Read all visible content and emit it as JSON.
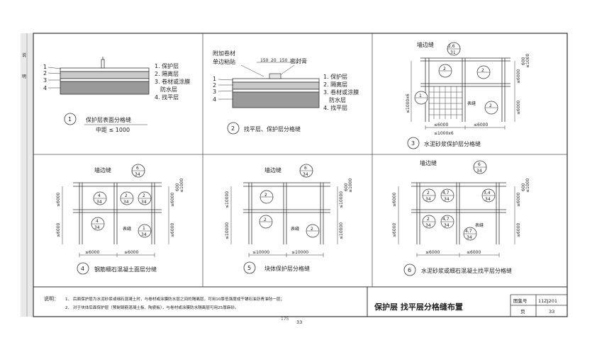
{
  "margin_marks": [
    "说",
    "明"
  ],
  "panels": {
    "p1": {
      "num": "1",
      "caption": "保护层表面分格缝",
      "spacing": "中距 ≤ 1000",
      "layer_nums": [
        "1",
        "2",
        "3",
        "4"
      ],
      "layers": [
        "1. 保护层",
        "2. 隔离层",
        "3. 卷材或涂膜",
        "防水层",
        "4. 找平层"
      ]
    },
    "p2": {
      "num": "2",
      "caption": "找平层、保护层分格缝",
      "label_top1": "附加卷材",
      "label_top2": "单边粘贴",
      "seal": "密封膏",
      "dims": [
        "150",
        "20",
        "150"
      ],
      "layer_nums": [
        "1",
        "2",
        "3",
        "4"
      ],
      "layers": [
        "1. 保护层",
        "2. 隔离层",
        "3. 卷材或涂膜",
        "防水层",
        "4. 找平层"
      ]
    },
    "p3": {
      "num": "3",
      "caption": "水泥砂浆保护层分格缝",
      "wall_joint": "墙边缝",
      "ref_top": [
        "2,6",
        "31"
      ],
      "joint": "表缝",
      "dim_bottom1": "≤6000",
      "dim_bottom2": "≤1000x6",
      "dim_left": "≤1000x6",
      "dim_right": [
        "≤6000",
        "600",
        "≤1000"
      ],
      "dim_right2": "≤6000",
      "refs": [
        "2",
        "2",
        "2",
        "1"
      ]
    },
    "p4": {
      "num": "4",
      "caption": "钢筋细石混凝土面层分缝",
      "wall_joint": "墙边缝",
      "ref_top": [
        "6",
        "34"
      ],
      "joint": "表缝",
      "refs": [
        [
          "4",
          "34"
        ],
        [
          "2",
          "34"
        ],
        [
          "2",
          "34"
        ],
        [
          "4",
          "34"
        ],
        [
          "1",
          "34"
        ]
      ],
      "dim_bottom": [
        "≤6000",
        "≤6000"
      ],
      "dim_left": [
        "≤6000",
        "≤6000"
      ],
      "dim_right": [
        "≤6000",
        "600",
        "≤1000"
      ],
      "dim_right2": "≤6000"
    },
    "p5": {
      "num": "5",
      "caption": "块体保护层分格缝",
      "wall_joint": "墙边缝",
      "ref_top": [
        "6",
        "34"
      ],
      "joint": "表缝",
      "refs": [
        "2",
        "2",
        "2"
      ],
      "dim_bottom": [
        "≤10000",
        "≤10000"
      ],
      "dim_left": [
        "≤10000",
        "≤10000"
      ],
      "dim_right": [
        "≤10000",
        "600",
        "≤1000"
      ],
      "dim_right2": "≤10000"
    },
    "p6": {
      "num": "6",
      "caption": "水泥砂浆或细石混凝土找平层分格缝",
      "wall_joint": "墙边缝",
      "ref_top": [
        "6",
        "34"
      ],
      "joint": "表缝",
      "refs": [
        [
          "2",
          "34"
        ],
        [
          "4,7",
          "34"
        ],
        [
          "3,4",
          "34"
        ],
        [
          "2",
          "34"
        ],
        [
          "4,7",
          "34"
        ],
        [
          "4,7",
          "34"
        ]
      ],
      "dim_bottom": [
        "≤6000",
        "≤6000"
      ],
      "dim_left": [
        "≤6000",
        "≤6000"
      ],
      "dim_right": [
        "≤6000",
        "600",
        "≤1000"
      ],
      "dim_right2": "≤6000"
    }
  },
  "notes": {
    "label": "说明：",
    "items": [
      "1、 后面保护层为水泥砂浆或细石混凝土时，与卷材或涂膜防水层之间的隔离层，可用10厚低强度成干铺石油沥青油毡一层；",
      "2、 对于块体后面保护层（预制钢筋混凝土板、陶瓷板），与卷材或涂膜防水隔离层可用25厚麻砂。"
    ]
  },
  "title_block": {
    "title": "保护层  找平层分格缝布置",
    "atlas_label": "图集号",
    "atlas_no": "11ZJ201",
    "page_label": "页",
    "page_no": "33"
  },
  "footer": {
    "handwritten": "175",
    "page": "33"
  }
}
